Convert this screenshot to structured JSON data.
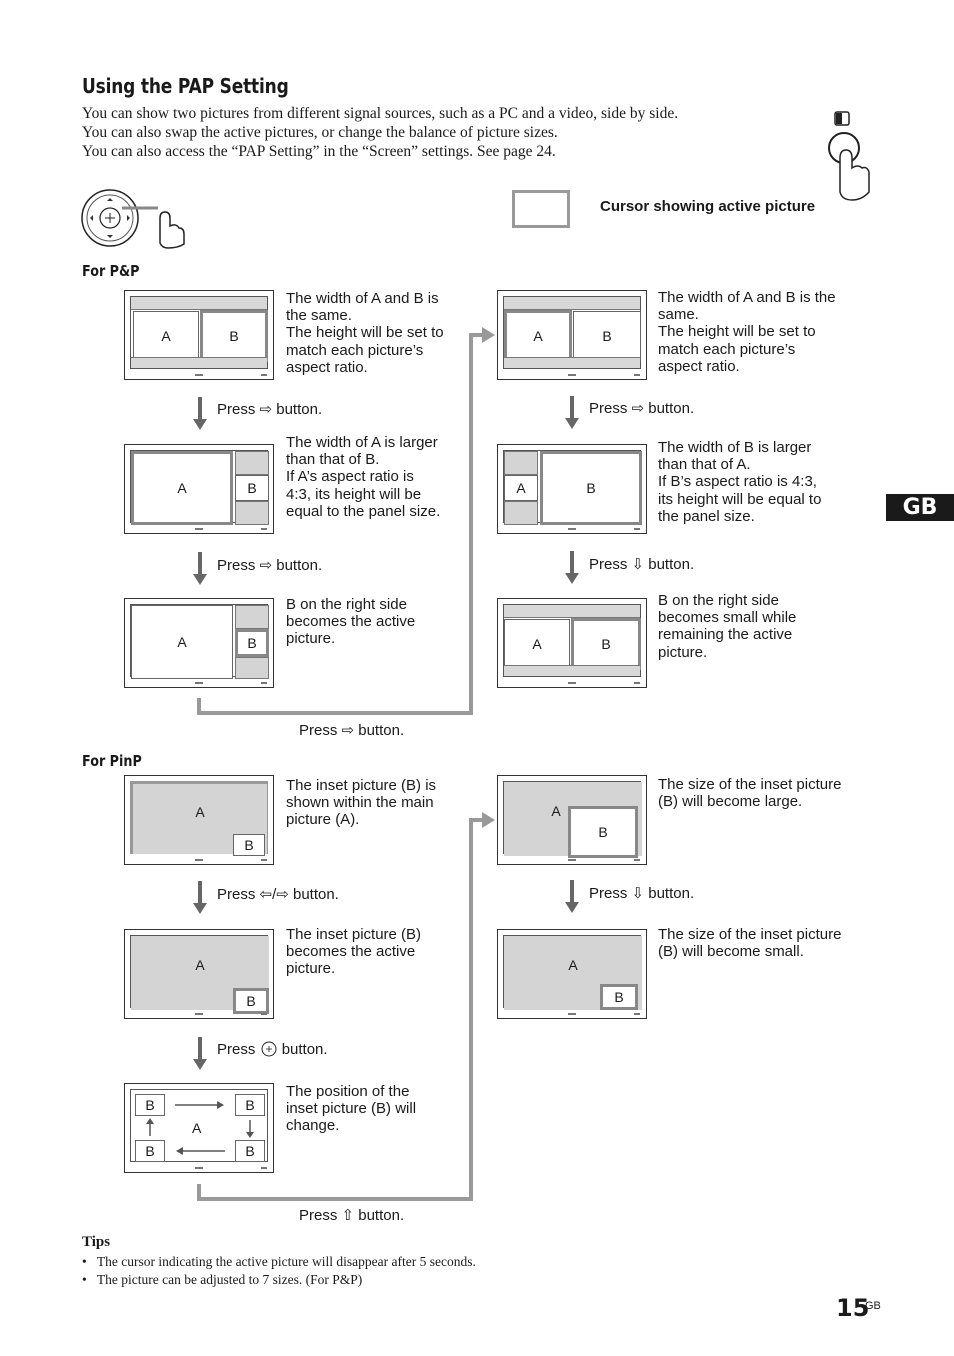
{
  "title": "Using the PAP Setting",
  "intro": [
    "You can show two pictures from different signal sources, such as a PC and a video, side by side.",
    "You can also swap the active pictures, or change the balance of picture sizes.",
    "You can also access the “PAP Setting” in the “Screen” settings. See page 24."
  ],
  "cursor_caption": "Cursor showing active picture",
  "pp": {
    "heading": "For P&P",
    "d1": "The width of A and B is\nthe same.\nThe height will be set to\nmatch each picture’s\naspect ratio.",
    "d2": "The width of A is larger\nthan that of B.\nIf A’s aspect ratio is\n4:3, its height will be\nequal to the panel size.",
    "d3": "B on the right side\nbecomes the active\npicture.",
    "d4": "The width of A and B is the\nsame.\nThe height will be set to\nmatch each picture’s\naspect ratio.",
    "d5": "The width of B is larger\nthan that of A.\nIf B’s aspect ratio is 4:3,\nits height will be equal to\nthe panel size.",
    "d6": "B on the right side\nbecomes small while\nremaining the active\npicture.",
    "p1": "Press ⇨ button.",
    "p2": "Press ⇨ button.",
    "p3": "Press ⇨ button.",
    "p4": "Press ⇨ button.",
    "p5": "Press ⇩ button."
  },
  "pinp": {
    "heading": "For PinP",
    "d1": "The inset picture (B) is\nshown within the main\npicture (A).",
    "d2": "The inset picture (B)\nbecomes the active\npicture.",
    "d3": "The position of the\ninset picture (B) will\nchange.",
    "d4": "The size of the inset picture\n(B) will become large.",
    "d5": "The size of the inset picture\n(B) will become small.",
    "p1": "Press ⇦/⇨ button.",
    "p2_pre": "Press",
    "p2_post": "button.",
    "p3": "Press ⇧ button.",
    "p4": "Press ⇩ button."
  },
  "labels": {
    "a": "A",
    "b": "B"
  },
  "tips": {
    "heading": "Tips",
    "items": [
      "The cursor indicating the active picture will disappear after 5 seconds.",
      "The picture can be adjusted to  7 sizes. (For P&P)"
    ]
  },
  "page_number": "15",
  "page_suffix": "GB",
  "side_tab": "GB"
}
